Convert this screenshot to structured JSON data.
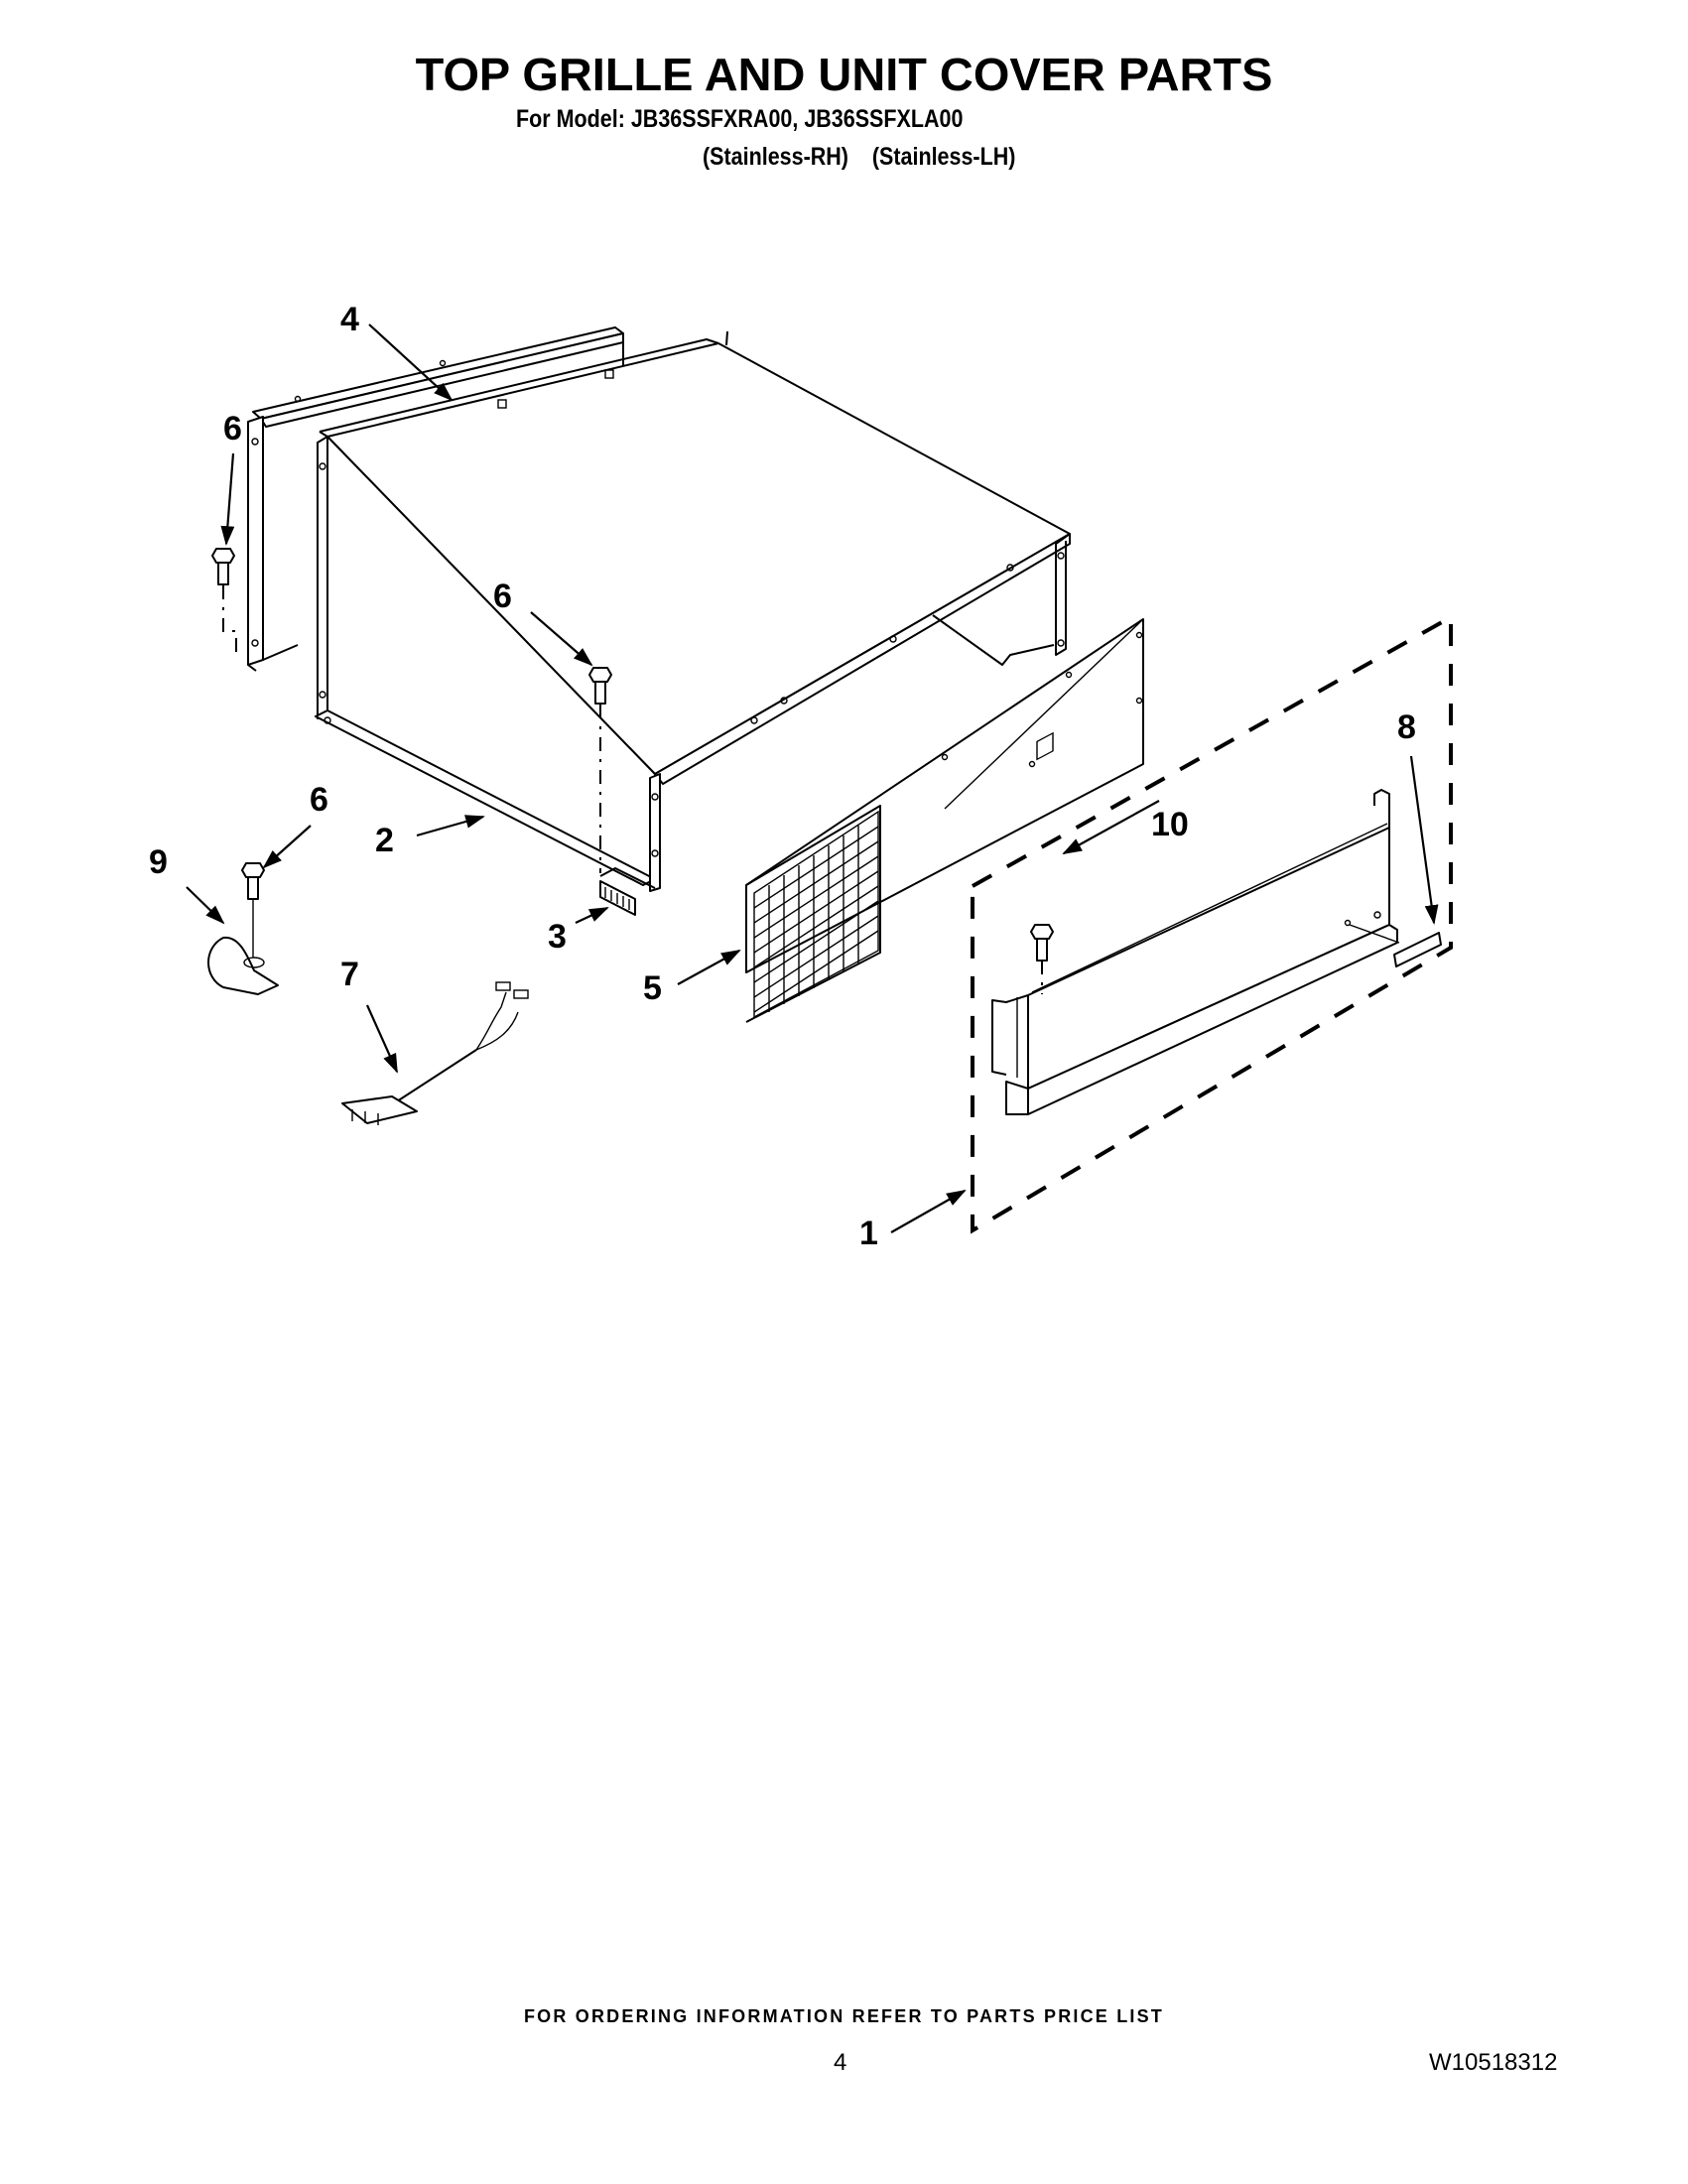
{
  "header": {
    "title": "TOP GRILLE AND UNIT COVER PARTS",
    "model_line": "For Model: JB36SSFXRA00, JB36SSFXLA00",
    "variant_rh": "(Stainless-RH)",
    "variant_lh": "(Stainless-LH)"
  },
  "diagram": {
    "callouts": [
      {
        "id": "1",
        "label": "1",
        "part": "top grille assembly (dashed group)"
      },
      {
        "id": "2",
        "label": "2",
        "part": "unit cover"
      },
      {
        "id": "3",
        "label": "3",
        "part": "clip"
      },
      {
        "id": "4",
        "label": "4",
        "part": "rear bracket"
      },
      {
        "id": "5",
        "label": "5",
        "part": "grille panel"
      },
      {
        "id": "6a",
        "label": "6",
        "part": "screw (rear bracket)"
      },
      {
        "id": "6b",
        "label": "6",
        "part": "screw (unit cover)"
      },
      {
        "id": "6c",
        "label": "6",
        "part": "screw (clamp)"
      },
      {
        "id": "7",
        "label": "7",
        "part": "wire harness"
      },
      {
        "id": "8",
        "label": "8",
        "part": "badge"
      },
      {
        "id": "9",
        "label": "9",
        "part": "clamp"
      },
      {
        "id": "10",
        "label": "10",
        "part": "screw (grille)"
      }
    ]
  },
  "footer": {
    "ordering_note": "FOR ORDERING INFORMATION REFER TO PARTS PRICE LIST",
    "page_number": "4",
    "document_number": "W10518312"
  }
}
